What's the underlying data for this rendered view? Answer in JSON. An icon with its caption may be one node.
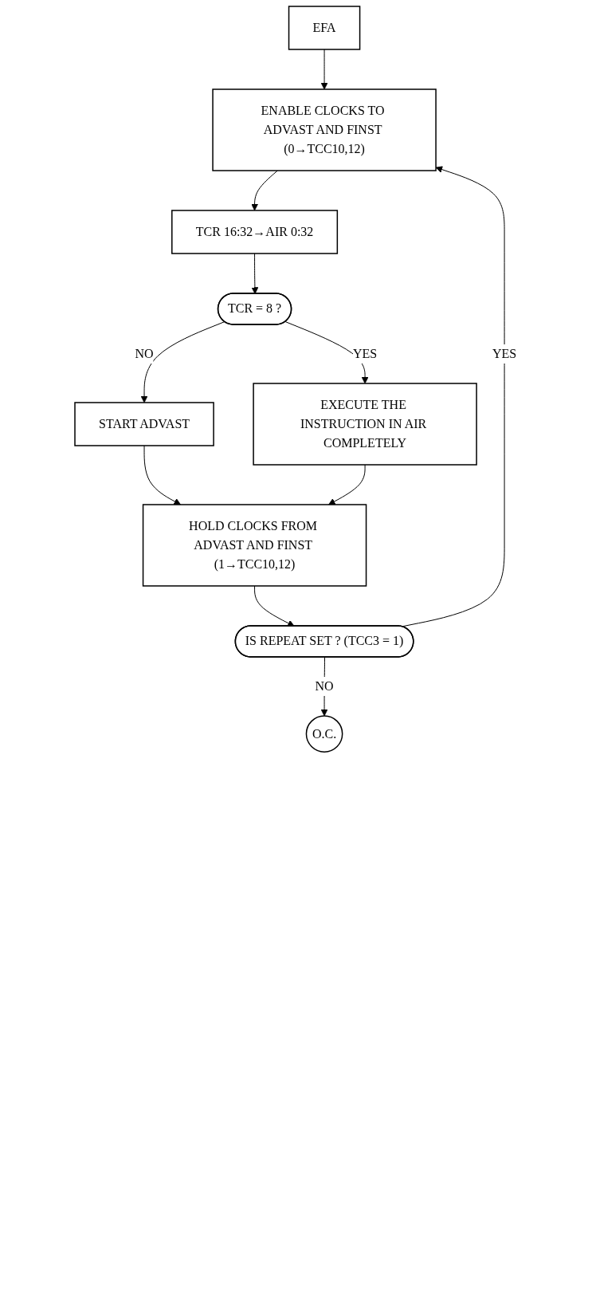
{
  "diagram": {
    "nodes": [
      {
        "text": [
          "EFA"
        ]
      },
      {
        "text": [
          "ENABLE CLOCKS TO ADVAST AND FINST (0→TCC10,12)"
        ]
      },
      {
        "text": [
          "TCR 16:32→AIR 0:32"
        ]
      },
      {
        "text": [
          "TCR = 8 ?"
        ]
      },
      {
        "text": [
          "START ADVAST"
        ]
      },
      {
        "text": [
          "EXECUTE THE INSTRUCTION IN AIR COMPLETELY"
        ]
      },
      {
        "text": [
          "HOLD CLOCKS FROM ADVAST AND FINST (1→TCC10,12)"
        ]
      },
      {
        "text": [
          "IS REPEAT SET ? (TCC3 = 1)"
        ]
      },
      {
        "text": [
          "O.C."
        ]
      }
    ],
    "edges": [
      {
        "from": 0,
        "to": 1,
        "arrow": "to"
      },
      {
        "from": 1,
        "to": 2,
        "arrow": "to"
      },
      {
        "from": 2,
        "to": 3,
        "arrow": "to"
      },
      {
        "from": 3,
        "to": 4,
        "arrow": "to",
        "label": "NO"
      },
      {
        "from": 3,
        "to": 5,
        "arrow": "to",
        "label": "YES"
      },
      {
        "from": 4,
        "to": 6,
        "arrow": "to"
      },
      {
        "from": 5,
        "to": 6,
        "arrow": "to"
      },
      {
        "from": 6,
        "to": 7,
        "arrow": "to"
      },
      {
        "from": 7,
        "to": 1,
        "arrow": "to",
        "label": "YES"
      },
      {
        "from": 7,
        "to": 8,
        "arrow": "to",
        "label": "NO"
      }
    ]
  }
}
